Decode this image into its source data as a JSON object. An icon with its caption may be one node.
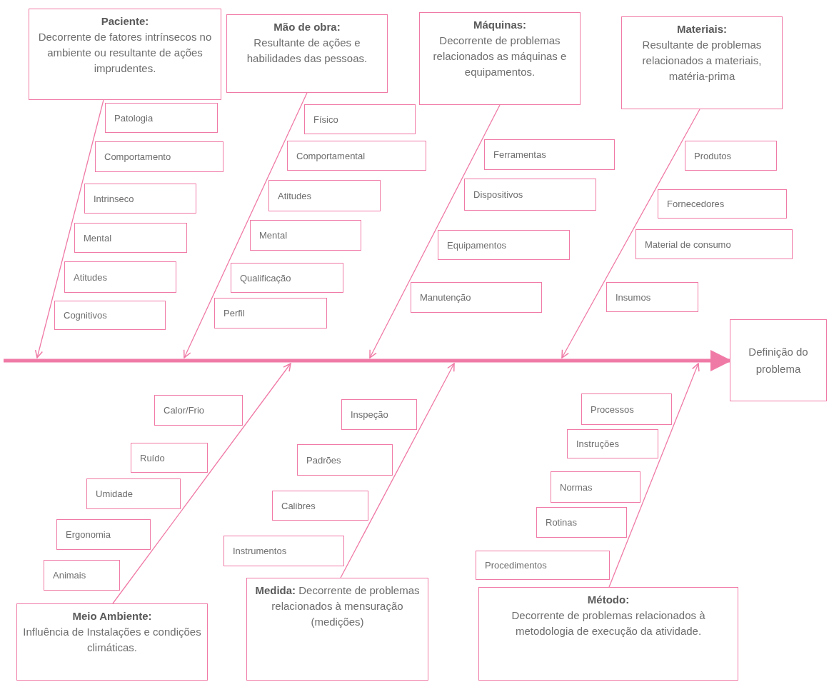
{
  "diagram": {
    "nodes": [
      {
        "text": [
          "Paciente:",
          "Decorrente de fatores intrínsecos no ambiente ou resultante de ações imprudentes."
        ]
      },
      {
        "text": [
          "Mão de obra:",
          "Resultante de ações e habilidades das pessoas."
        ]
      },
      {
        "text": [
          "Máquinas:",
          "Decorrente de problemas relacionados as máquinas e equipamentos."
        ]
      },
      {
        "text": [
          "Materiais:",
          "Resultante de problemas relacionados a materiais, matéria-prima"
        ]
      },
      {
        "text": [
          "Patologia"
        ]
      },
      {
        "text": [
          "Comportamento"
        ]
      },
      {
        "text": [
          "Intrinseco"
        ]
      },
      {
        "text": [
          "Mental"
        ]
      },
      {
        "text": [
          "Atitudes"
        ]
      },
      {
        "text": [
          "Cognitivos"
        ]
      },
      {
        "text": [
          "Físico"
        ]
      },
      {
        "text": [
          "Comportamental"
        ]
      },
      {
        "text": [
          "Atitudes"
        ]
      },
      {
        "text": [
          "Mental"
        ]
      },
      {
        "text": [
          "Qualificação"
        ]
      },
      {
        "text": [
          "Perfil"
        ]
      },
      {
        "text": [
          "Ferramentas"
        ]
      },
      {
        "text": [
          "Dispositivos"
        ]
      },
      {
        "text": [
          "Equipamentos"
        ]
      },
      {
        "text": [
          "Manutenção"
        ]
      },
      {
        "text": [
          "Produtos"
        ]
      },
      {
        "text": [
          "Fornecedores"
        ]
      },
      {
        "text": [
          "Material de consumo"
        ]
      },
      {
        "text": [
          "Insumos"
        ]
      },
      {
        "text": [
          "Definição do problema"
        ]
      },
      {
        "text": [
          "Calor/Frio"
        ]
      },
      {
        "text": [
          "Ruído"
        ]
      },
      {
        "text": [
          "Umidade"
        ]
      },
      {
        "text": [
          "Ergonomia"
        ]
      },
      {
        "text": [
          "Animais"
        ]
      },
      {
        "text": [
          "Inspeção"
        ]
      },
      {
        "text": [
          "Padrões"
        ]
      },
      {
        "text": [
          "Calibres"
        ]
      },
      {
        "text": [
          "Instrumentos"
        ]
      },
      {
        "text": [
          "Processos"
        ]
      },
      {
        "text": [
          "Instruções"
        ]
      },
      {
        "text": [
          "Normas"
        ]
      },
      {
        "text": [
          "Rotinas"
        ]
      },
      {
        "text": [
          "Procedimentos"
        ]
      },
      {
        "text": [
          "Meio Ambiente:",
          "Influência de Instalações e condições climáticas."
        ]
      },
      {
        "text": [
          "Medida:",
          "Decorrente de problemas relacionados à mensuração (medições)"
        ]
      },
      {
        "text": [
          "Método:",
          "Decorrente de problemas relacionados à metodologia de execução da atividade."
        ]
      }
    ],
    "edges": [
      {
        "from": null,
        "to": 24,
        "arrow": "to",
        "style": "thick"
      },
      {
        "from": 0,
        "to": null,
        "arrow": "to"
      },
      {
        "from": 1,
        "to": null,
        "arrow": "to"
      },
      {
        "from": 2,
        "to": null,
        "arrow": "to"
      },
      {
        "from": 3,
        "to": null,
        "arrow": "to"
      },
      {
        "from": 39,
        "to": null,
        "arrow": "to"
      },
      {
        "from": 40,
        "to": null,
        "arrow": "to"
      },
      {
        "from": 41,
        "to": null,
        "arrow": "to"
      }
    ]
  }
}
